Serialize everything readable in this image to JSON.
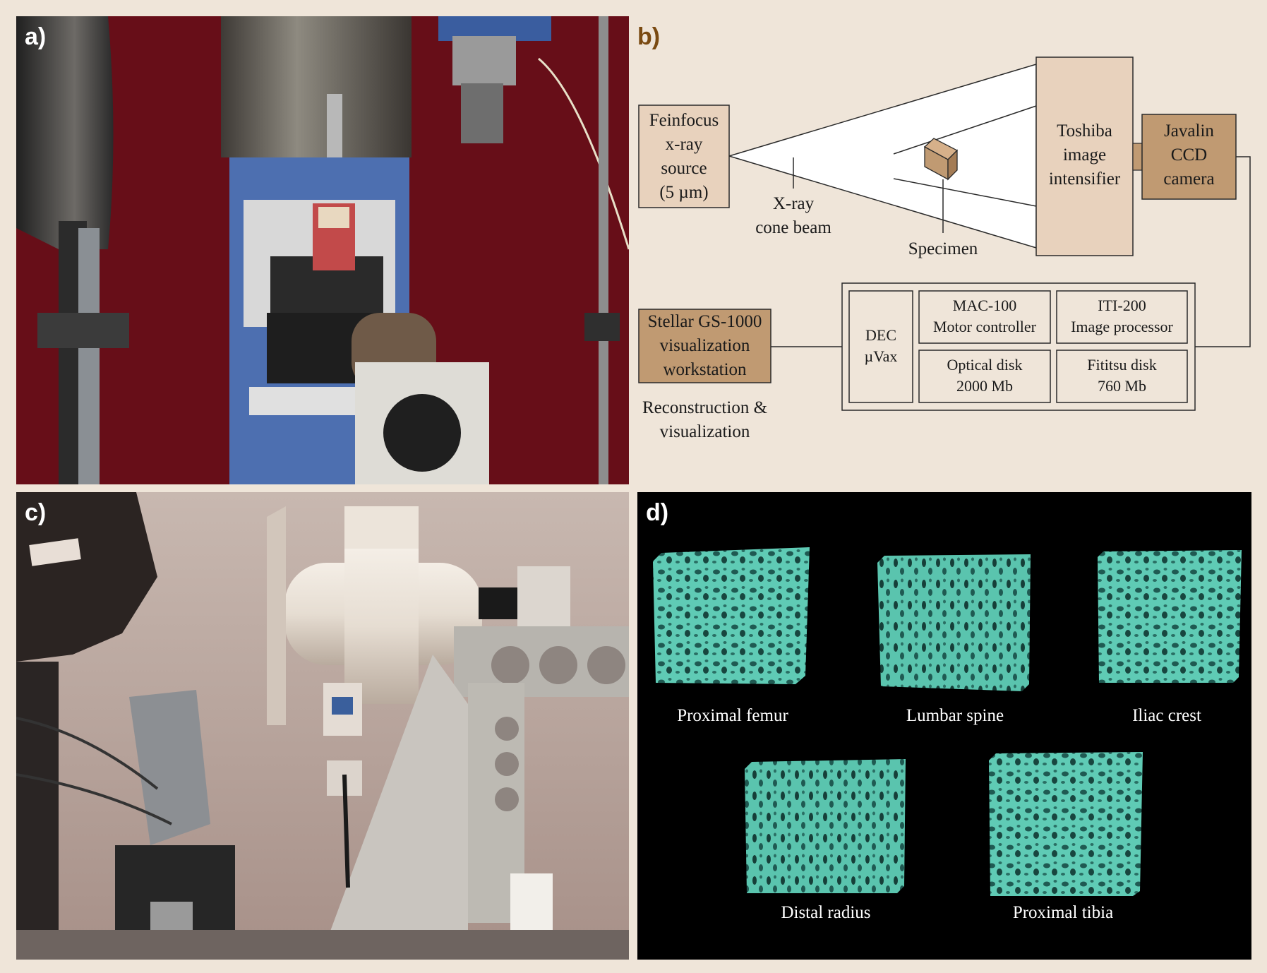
{
  "panels": {
    "a": {
      "letter": "a)"
    },
    "b": {
      "letter": "b)",
      "source": {
        "line1": "Feinfocus",
        "line2": "x-ray",
        "line3": "source",
        "line4": "(5 µm)"
      },
      "beam_label": {
        "line1": "X-ray",
        "line2": "cone beam"
      },
      "specimen_label": "Specimen",
      "intensifier": {
        "line1": "Toshiba",
        "line2": "image",
        "line3": "intensifier"
      },
      "camera": {
        "line1": "Javalin",
        "line2": "CCD",
        "line3": "camera"
      },
      "workstation": {
        "line1": "Stellar GS-1000",
        "line2": "visualization",
        "line3": "workstation"
      },
      "workstation_caption": {
        "line1": "Reconstruction &",
        "line2": "visualization"
      },
      "dec": {
        "line1": "DEC",
        "line2": "µVax"
      },
      "mac": {
        "line1": "MAC-100",
        "line2": "Motor controller"
      },
      "iti": {
        "line1": "ITI-200",
        "line2": "Image processor"
      },
      "optical": {
        "line1": "Optical disk",
        "line2": "2000 Mb"
      },
      "fititsu": {
        "line1": "Fititsu disk",
        "line2": "760 Mb"
      }
    },
    "c": {
      "letter": "c)"
    },
    "d": {
      "letter": "d)",
      "labels": [
        "Proximal femur",
        "Lumbar spine",
        "Iliac crest",
        "Distal radius",
        "Proximal tibia"
      ]
    }
  },
  "colors": {
    "background": "#efe5d9",
    "box_fill_light": "#e8d2bd",
    "box_fill_dark": "#c09a72",
    "bone": "#5fcbb5"
  }
}
